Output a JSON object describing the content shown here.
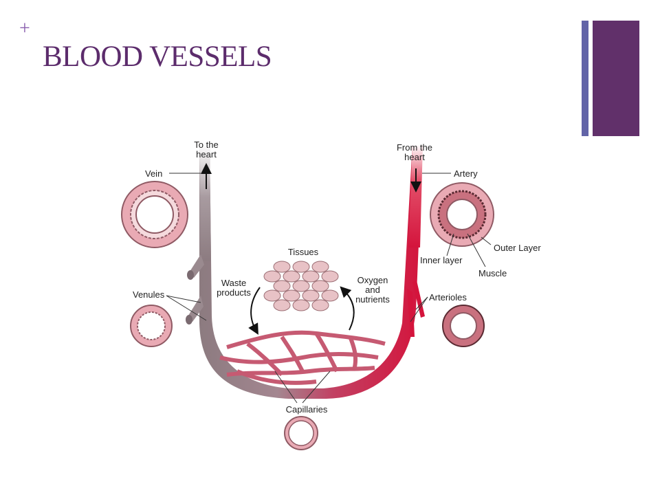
{
  "slide": {
    "plus": "+",
    "title": "BLOOD VESSELS"
  },
  "colors": {
    "title": "#5c2c6c",
    "plus": "#8a5fae",
    "accent_bar": "#61306a",
    "accent_thin": "#6264a7",
    "artery_red": "#d4143c",
    "vein_gray": "#8c7b80",
    "capillary": "#c65a72"
  },
  "diagram": {
    "to_heart": [
      "To the",
      "heart"
    ],
    "from_heart": [
      "From the",
      "heart"
    ],
    "vein": "Vein",
    "artery": "Artery",
    "venules": "Venules",
    "arterioles": "Arterioles",
    "tissues": "Tissues",
    "waste": [
      "Waste",
      "products"
    ],
    "oxygen": [
      "Oxygen",
      "and",
      "nutrients"
    ],
    "inner_layer": "Inner layer",
    "outer_layer": "Outer Layer",
    "muscle": "Muscle",
    "capillaries": "Capillaries"
  }
}
